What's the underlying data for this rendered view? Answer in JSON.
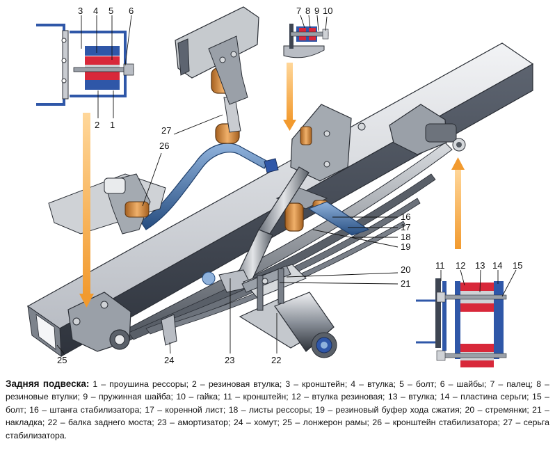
{
  "callouts": [
    "1",
    "2",
    "3",
    "4",
    "5",
    "6",
    "7",
    "8",
    "9",
    "10",
    "11",
    "12",
    "13",
    "14",
    "15",
    "16",
    "17",
    "18",
    "19",
    "20",
    "21",
    "22",
    "23",
    "24",
    "25",
    "26",
    "27"
  ],
  "caption": {
    "title": "Задняя подвеска:",
    "text": "1 – проушина рессоры; 2 – резиновая втулка; 3 – кронштейн; 4 – втулка; 5 – болт; 6 – шайбы; 7 – палец; 8 – резиновые втулки; 9 – пружинная шайба; 10 – гайка; 11 – кронштейн; 12 – втулка резиновая; 13 – втулка; 14 – пластина серьги; 15 – болт; 16 – штанга стабилизатора; 17 – коренной лист; 18 – листы рессоры; 19 – резиновый буфер хода сжатия; 20 – стремянки; 21 – накладка; 22 – балка заднего моста; 23 – амортизатор; 24 – хомут; 25 – лонжерон рамы; 26 – кронштейн стабилизатора; 27 – серьга стабилизатора."
  },
  "colors": {
    "frame": "#3e4552",
    "spring": "#444b55",
    "stabilizer": "#3d6a9e",
    "rubber_red": "#d8283a",
    "bushing_tan": "#c8833a",
    "arrow_orange": "#f29a2e",
    "inset_blue": "#2f57a8"
  }
}
